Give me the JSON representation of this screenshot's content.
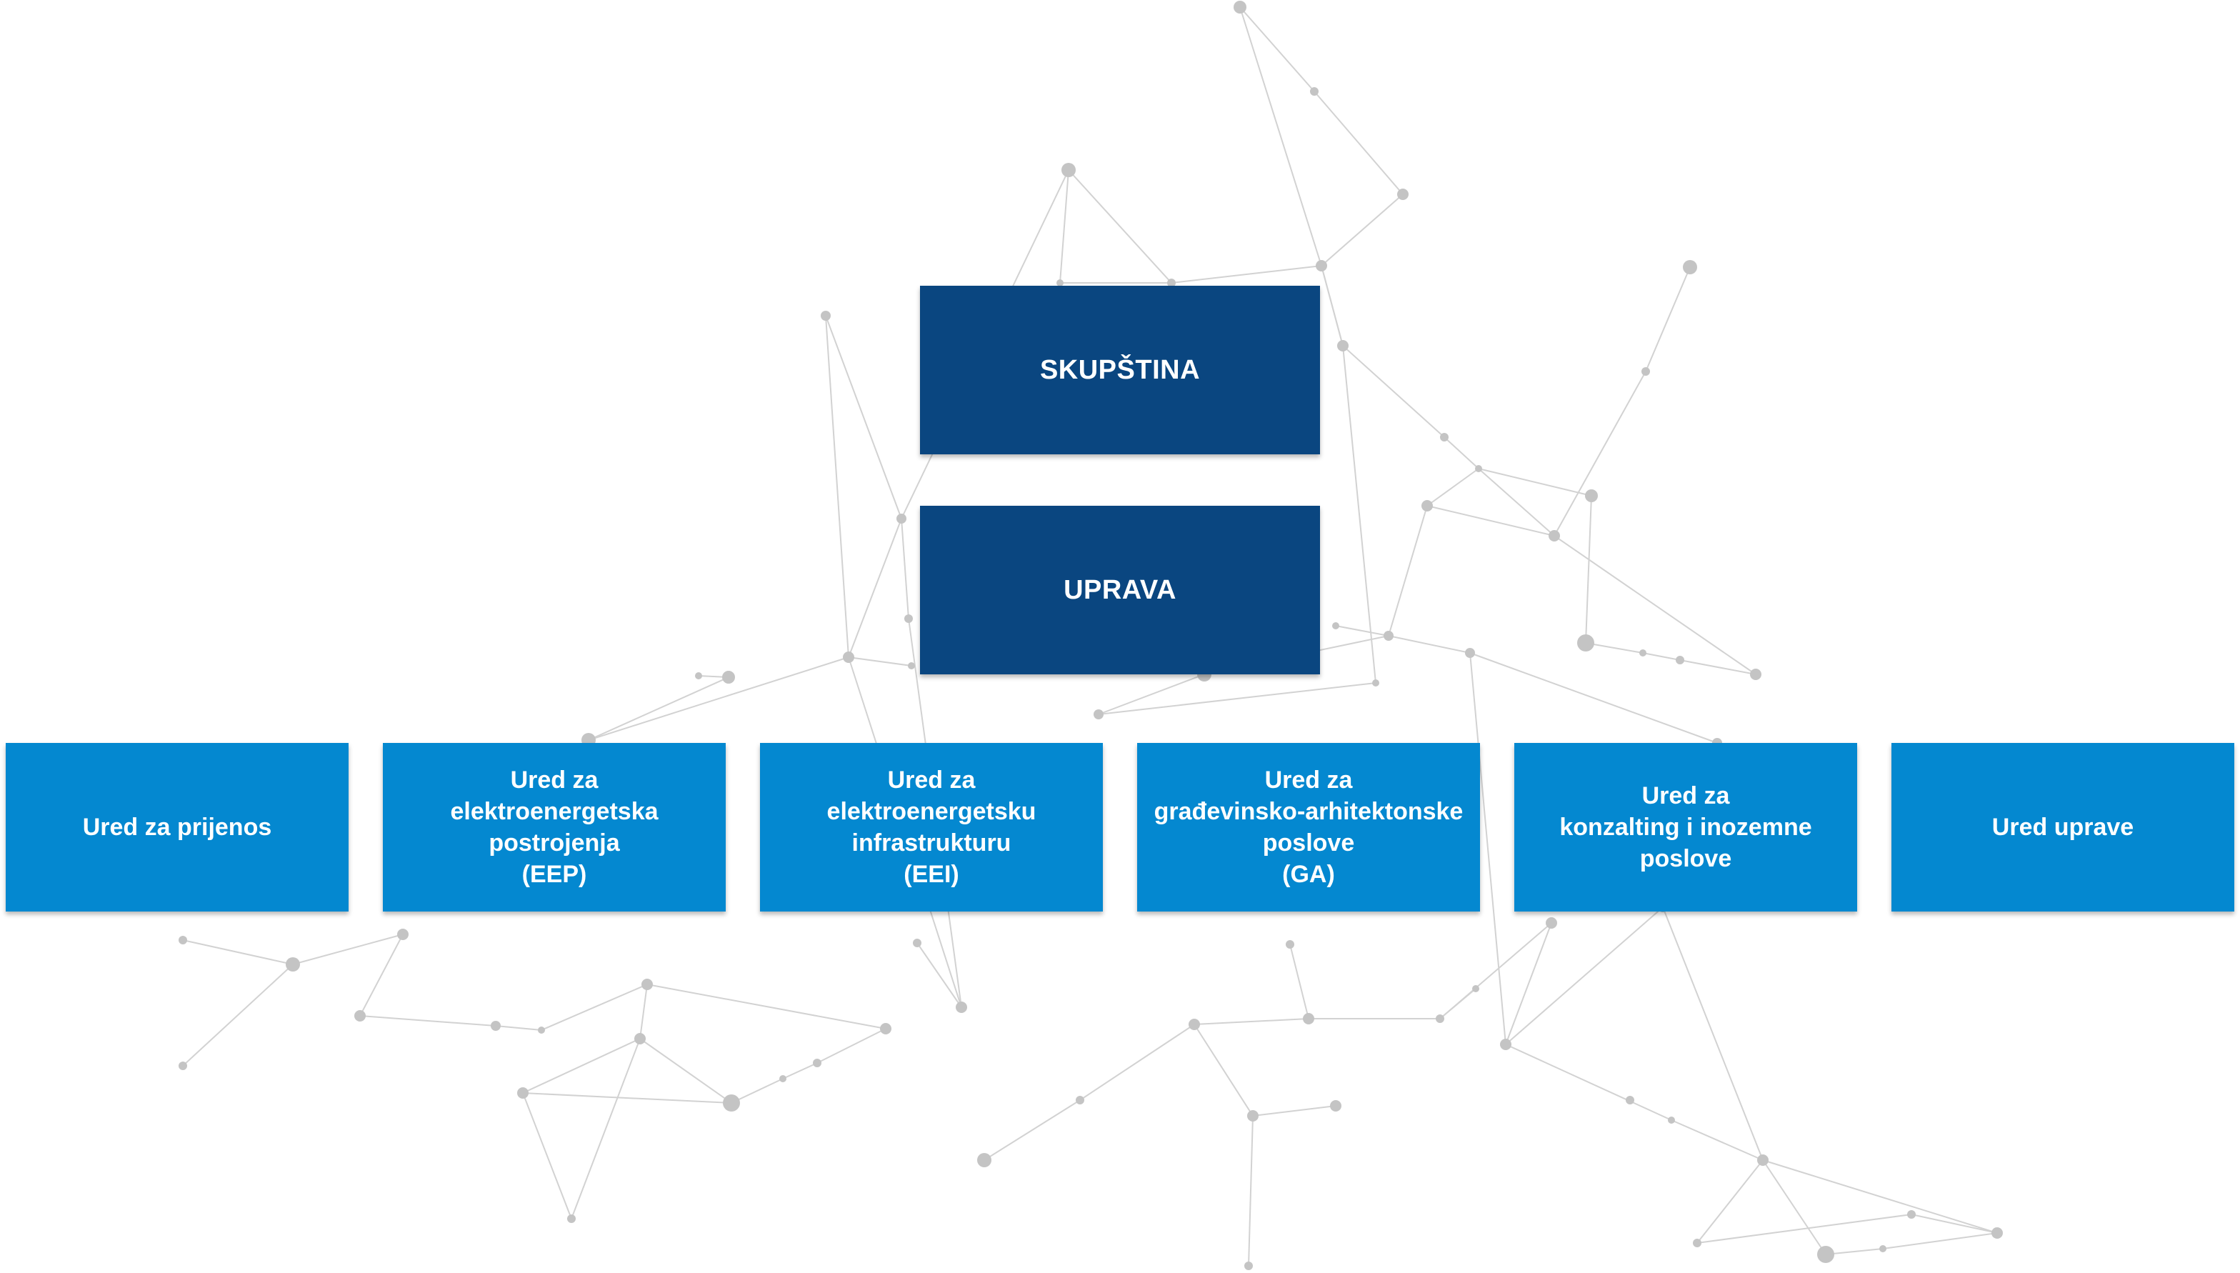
{
  "diagram": {
    "top_boxes": [
      {
        "id": "skupstina",
        "label": "SKUPŠTINA"
      },
      {
        "id": "uprava",
        "label": "UPRAVA"
      }
    ],
    "offices": [
      {
        "id": "prijenos",
        "label": "Ured za prijenos"
      },
      {
        "id": "eep",
        "label": "Ured za\nelektroenergetska\npostrojenja\n(EEP)"
      },
      {
        "id": "eei",
        "label": "Ured za\nelektroenergetsku\ninfrastrukturu\n(EEI)"
      },
      {
        "id": "ga",
        "label": "Ured za\ngrađevinsko-arhitektonske\nposlove\n(GA)"
      },
      {
        "id": "konzalting",
        "label": "Ured za\nkonzalting i inozemne\nposlove"
      },
      {
        "id": "uprave",
        "label": "Ured uprave"
      }
    ]
  },
  "colors": {
    "top_box": "#0a4680",
    "office_box": "#0488d0",
    "network_line": "#d2d2d2",
    "network_node": "#c4c4c4"
  }
}
